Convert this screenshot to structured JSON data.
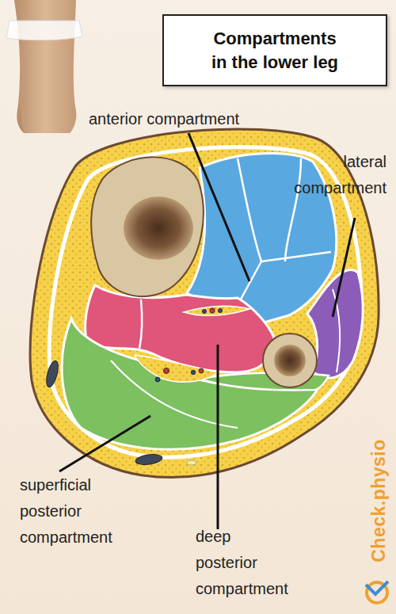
{
  "diagram": {
    "title": "Compartments in the lower leg",
    "labels": [
      "anterior compartment",
      "lateral compartment",
      "superficial posterior compartment",
      "deep posterior compartment",
      "Check.physio"
    ]
  }
}
